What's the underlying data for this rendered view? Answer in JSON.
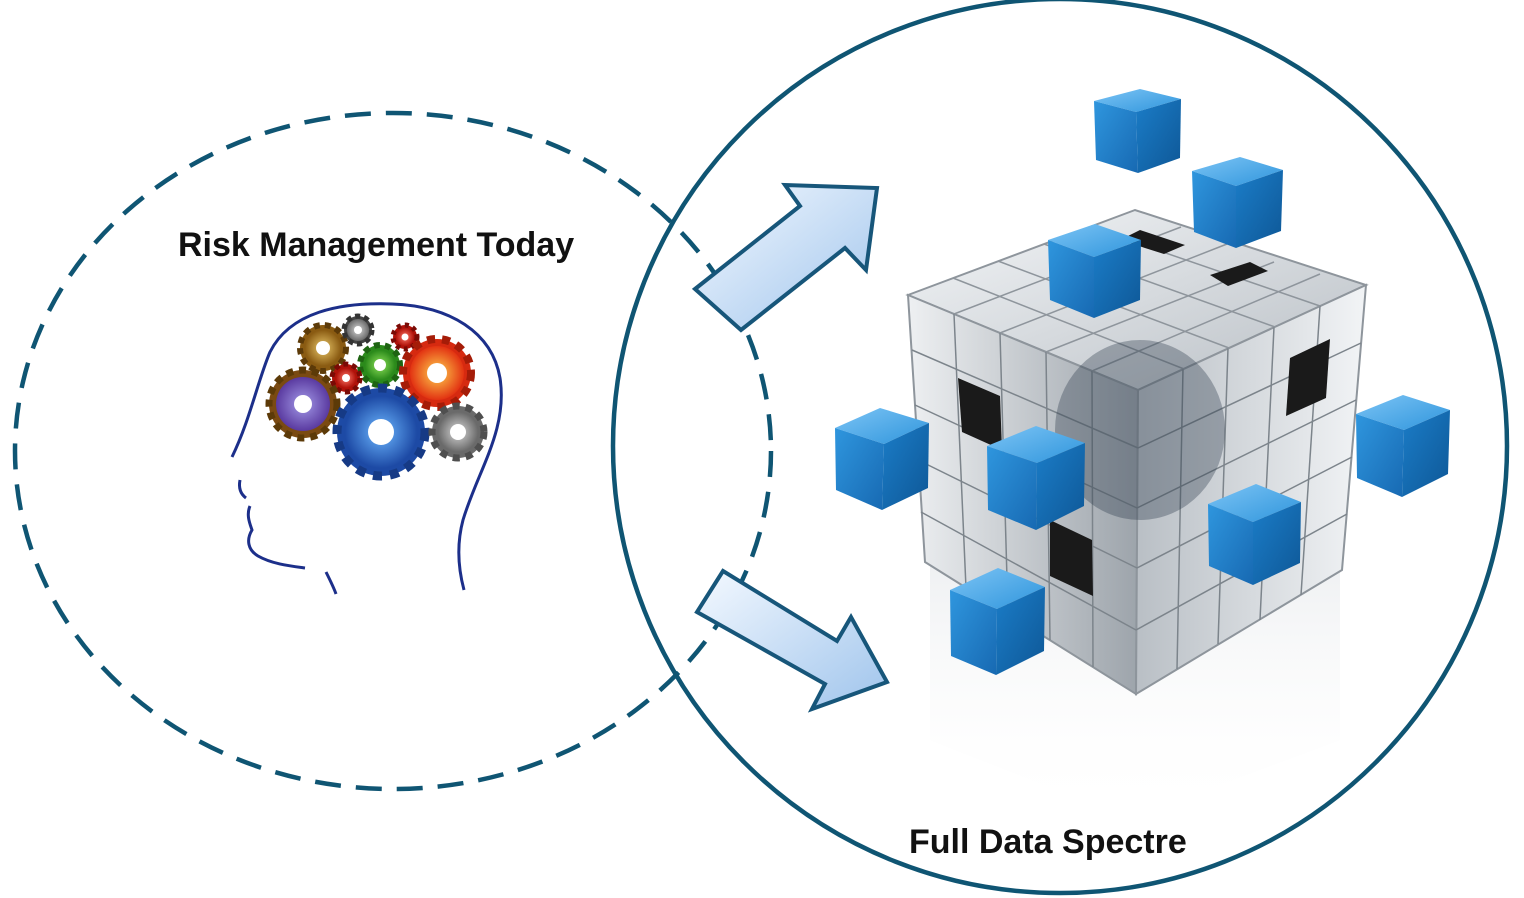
{
  "diagram": {
    "left_circle": {
      "label": "Risk Management Today",
      "style": "dashed",
      "illustration": "head-with-gears-icon"
    },
    "right_circle": {
      "label": "Full Data Spectre",
      "style": "solid",
      "illustration": "data-cube-icon"
    },
    "arrows": [
      "arrow-up-right-icon",
      "arrow-down-right-icon"
    ]
  },
  "colors": {
    "circle_stroke": "#0f5573",
    "arrow_fill_light": "#eef5fd",
    "arrow_fill_dark": "#a9cbef",
    "arrow_stroke": "#17567a",
    "cube_blue": "#1e88d6",
    "cube_silver": "#c9ced3",
    "head_outline": "#1c2f8a"
  }
}
